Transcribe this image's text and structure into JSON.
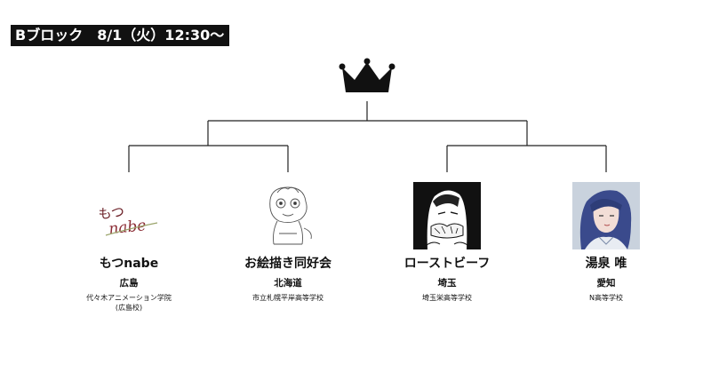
{
  "header": {
    "title": "Bブロック　8/1（火）12:30〜"
  },
  "colors": {
    "header_bg": "#111111",
    "header_text": "#ffffff",
    "lines": "#222222",
    "crown": "#111111"
  },
  "crown_icon": "crown-icon",
  "entries": [
    {
      "name": "もつnabe",
      "prefecture": "広島",
      "school": "代々木アニメーション学院",
      "school_line2": "(広島校)",
      "thumb_text_1": "もつ",
      "thumb_text_2": "nabe"
    },
    {
      "name": "お絵描き同好会",
      "prefecture": "北海道",
      "school": "市立札幌平岸高等学校",
      "school_line2": ""
    },
    {
      "name": "ローストビーフ",
      "prefecture": "埼玉",
      "school": "埼玉栄高等学校",
      "school_line2": ""
    },
    {
      "name": "湯泉 唯",
      "prefecture": "愛知",
      "school": "N高等学校",
      "school_line2": ""
    }
  ]
}
